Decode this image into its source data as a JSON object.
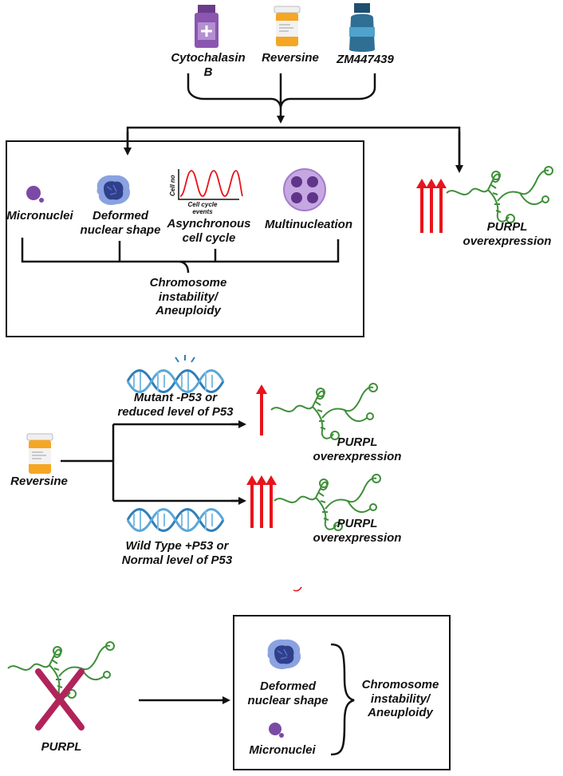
{
  "drugs": {
    "cytochalasin": "Cytochalasin\nB",
    "reversine": "Reversine",
    "zm": "ZM447439"
  },
  "panel1": {
    "micronuclei": "Micronuclei",
    "deformed": "Deformed\nnuclear shape",
    "async": "Asynchronous\ncell cycle",
    "multinucleation": "Multinucleation",
    "chromosome": "Chromosome\ninstability/\nAneuploidy",
    "graph_ylabel": "Cell no",
    "graph_xlabel": "Cell cycle\nevents",
    "purpl_over": "PURPL\noverexpression"
  },
  "panel2": {
    "mutant": "Mutant -P53 or\nreduced level of P53",
    "wild": "Wild Type +P53 or\nNormal level of P53",
    "reversine": "Reversine",
    "purpl_over_top": "PURPL\noverexpression",
    "purpl_over_bottom": "PURPL\noverexpression"
  },
  "panel3": {
    "purpl": "PURPL",
    "deformed": "Deformed\nnuclear shape",
    "micronuclei": "Micronuclei",
    "chromosome": "Chromosome\ninstability/\nAneuploidy"
  },
  "colors": {
    "arrow_red": "#e8141c",
    "rna_green": "#3f8f3a",
    "vial_purple": "#8a56b0",
    "bottle_orange": "#f5a623",
    "vial_blue": "#2e6f93",
    "nucleus_blue": "#4a63b8",
    "cross": "#b0245a"
  }
}
